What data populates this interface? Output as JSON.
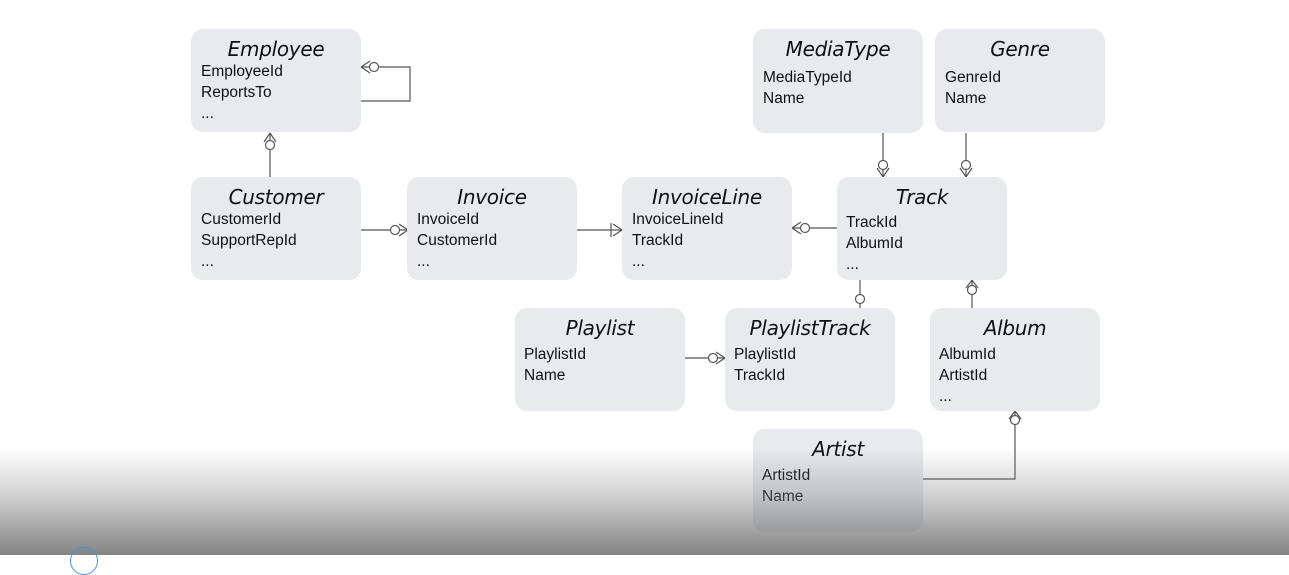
{
  "entities": {
    "employee": {
      "title": "Employee",
      "attrs": [
        "EmployeeId",
        "ReportsTo",
        "..."
      ]
    },
    "customer": {
      "title": "Customer",
      "attrs": [
        "CustomerId",
        "SupportRepId",
        "..."
      ]
    },
    "invoice": {
      "title": "Invoice",
      "attrs": [
        "InvoiceId",
        "CustomerId",
        "..."
      ]
    },
    "invoiceline": {
      "title": "InvoiceLine",
      "attrs": [
        "InvoiceLineId",
        "TrackId",
        "..."
      ]
    },
    "mediatype": {
      "title": "MediaType",
      "attrs": [
        "MediaTypeId",
        "Name"
      ]
    },
    "genre": {
      "title": "Genre",
      "attrs": [
        "GenreId",
        "Name"
      ]
    },
    "track": {
      "title": "Track",
      "attrs": [
        "TrackId",
        "AlbumId",
        "..."
      ]
    },
    "playlist": {
      "title": "Playlist",
      "attrs": [
        "PlaylistId",
        "Name"
      ]
    },
    "playlisttrack": {
      "title": "PlaylistTrack",
      "attrs": [
        "PlaylistId",
        "TrackId"
      ]
    },
    "album": {
      "title": "Album",
      "attrs": [
        "AlbumId",
        "ArtistId",
        "..."
      ]
    },
    "artist": {
      "title": "Artist",
      "attrs": [
        "ArtistId",
        "Name"
      ]
    }
  },
  "colors": {
    "entity_fill": "#e8eaed",
    "line": "#555555"
  }
}
